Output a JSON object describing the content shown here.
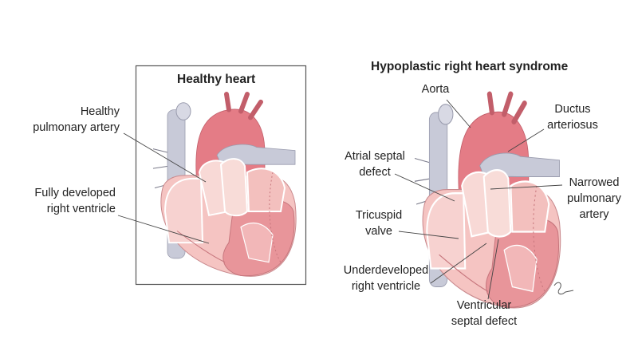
{
  "healthy_panel": {
    "title": "Healthy heart",
    "labels": {
      "pulmonary_artery": [
        "Healthy",
        "pulmonary artery"
      ],
      "right_ventricle": [
        "Fully developed",
        "right ventricle"
      ]
    }
  },
  "hypoplastic_panel": {
    "title": "Hypoplastic right heart syndrome",
    "labels": {
      "aorta": [
        "Aorta"
      ],
      "ductus": [
        "Ductus",
        "arteriosus"
      ],
      "atrial_septal_defect": [
        "Atrial septal",
        "defect"
      ],
      "narrowed_pulmonary_artery": [
        "Narrowed",
        "pulmonary",
        "artery"
      ],
      "tricuspid_valve": [
        "Tricuspid",
        "valve"
      ],
      "underdeveloped_rv": [
        "Underdeveloped",
        "right ventricle"
      ],
      "vsd": [
        "Ventricular",
        "septal defect"
      ]
    }
  },
  "colors": {
    "vessel_blue": "#c8cad8",
    "aorta_red": "#e47c86",
    "muscle_pink": "#e8959a",
    "chamber_pink": "#f5c4c2"
  }
}
